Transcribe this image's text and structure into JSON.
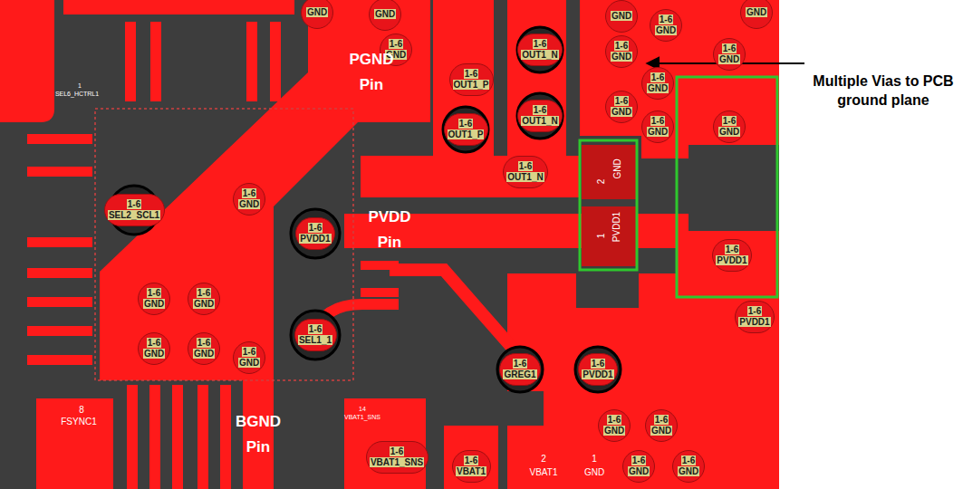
{
  "diagram": {
    "nodes": [
      {
        "text": [
          "GND"
        ]
      },
      {
        "text": [
          "GND"
        ]
      },
      {
        "text": [
          "GND"
        ]
      },
      {
        "text": [
          "GND"
        ]
      },
      {
        "text": [
          "1-6",
          "GND"
        ]
      },
      {
        "text": [
          "1-6",
          "OUT1_N"
        ]
      },
      {
        "text": [
          "1-6",
          "OUT1_P"
        ]
      },
      {
        "text": [
          "1-6",
          "OUT1_N"
        ]
      },
      {
        "text": [
          "1-6",
          "OUT1_P"
        ]
      },
      {
        "text": [
          "1-6",
          "OUT1_N"
        ]
      },
      {
        "text": [
          "1-6",
          "GND"
        ]
      },
      {
        "text": [
          "1-6",
          "GND"
        ]
      },
      {
        "text": [
          "1-6",
          "GND"
        ]
      },
      {
        "text": [
          "1-6",
          "GND"
        ]
      },
      {
        "text": [
          "1-6",
          "GND"
        ]
      },
      {
        "text": [
          "1-6",
          "GND"
        ]
      },
      {
        "text": [
          "1-6",
          "GND"
        ]
      },
      {
        "text": [
          "1-6",
          "SEL2_SCL1"
        ]
      },
      {
        "text": [
          "1-6",
          "GND"
        ]
      },
      {
        "text": [
          "1-6",
          "PVDD1"
        ]
      },
      {
        "text": [
          "1-6",
          "PVDD1"
        ]
      },
      {
        "text": [
          "1-6",
          "PVDD1"
        ]
      },
      {
        "text": [
          "1-6",
          "GND"
        ]
      },
      {
        "text": [
          "1-6",
          "GND"
        ]
      },
      {
        "text": [
          "1-6",
          "GND"
        ]
      },
      {
        "text": [
          "1-6",
          "GND"
        ]
      },
      {
        "text": [
          "1-6",
          "GND"
        ]
      },
      {
        "text": [
          "1-6",
          "SEL1_1"
        ]
      },
      {
        "text": [
          "1-6",
          "GREG1"
        ]
      },
      {
        "text": [
          "1-6",
          "PVDD1"
        ]
      },
      {
        "text": [
          "1-6",
          "GND"
        ]
      },
      {
        "text": [
          "1-6",
          "GND"
        ]
      },
      {
        "text": [
          "1-6",
          "VBAT1_SNS"
        ]
      },
      {
        "text": [
          "1-6",
          "VBAT1"
        ]
      },
      {
        "text": [
          "1-6",
          "GND"
        ]
      },
      {
        "text": [
          "1-6",
          "GND"
        ]
      }
    ],
    "labels": [
      "PGND Pin",
      "PVDD Pin",
      "BGND Pin",
      "Multiple Vias to PCB ground plane",
      "1",
      "SEL6_HCTRL1",
      "8",
      "FSYNC1",
      "14",
      "VBAT1_SNS",
      "2",
      "VBAT1",
      "1",
      "GND",
      "2",
      "GND",
      "1",
      "PVDD1"
    ]
  }
}
